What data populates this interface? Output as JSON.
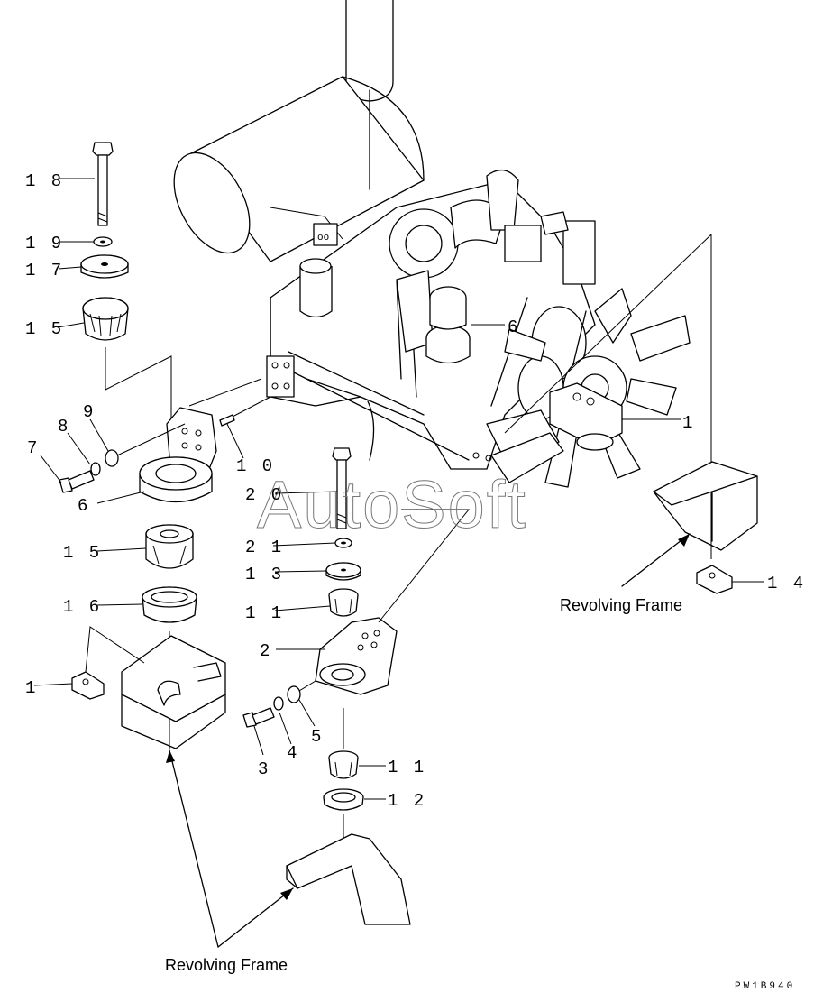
{
  "callouts": {
    "n18": "1 8",
    "n19": "1 9",
    "n17": "1 7",
    "n15a": "1 5",
    "n9": "9",
    "n8": "8",
    "n7": "7",
    "n6a": "6",
    "n10": "1 0",
    "n20": "2 0",
    "n21": "2 1",
    "n13": "1 3",
    "n11a": "1 1",
    "n15b": "1 5",
    "n16": "1 6",
    "n2": "2",
    "n3": "3",
    "n4": "4",
    "n5": "5",
    "n11b": "1 1",
    "n12": "1 2",
    "n1left": "1",
    "n6b": "6",
    "n1": "1",
    "n14": "1 4"
  },
  "labels": {
    "revolving_frame_right": "Revolving Frame",
    "revolving_frame_bottom": "Revolving Frame",
    "drawing_code": "PW1B940"
  },
  "watermark": "AutoSoft"
}
